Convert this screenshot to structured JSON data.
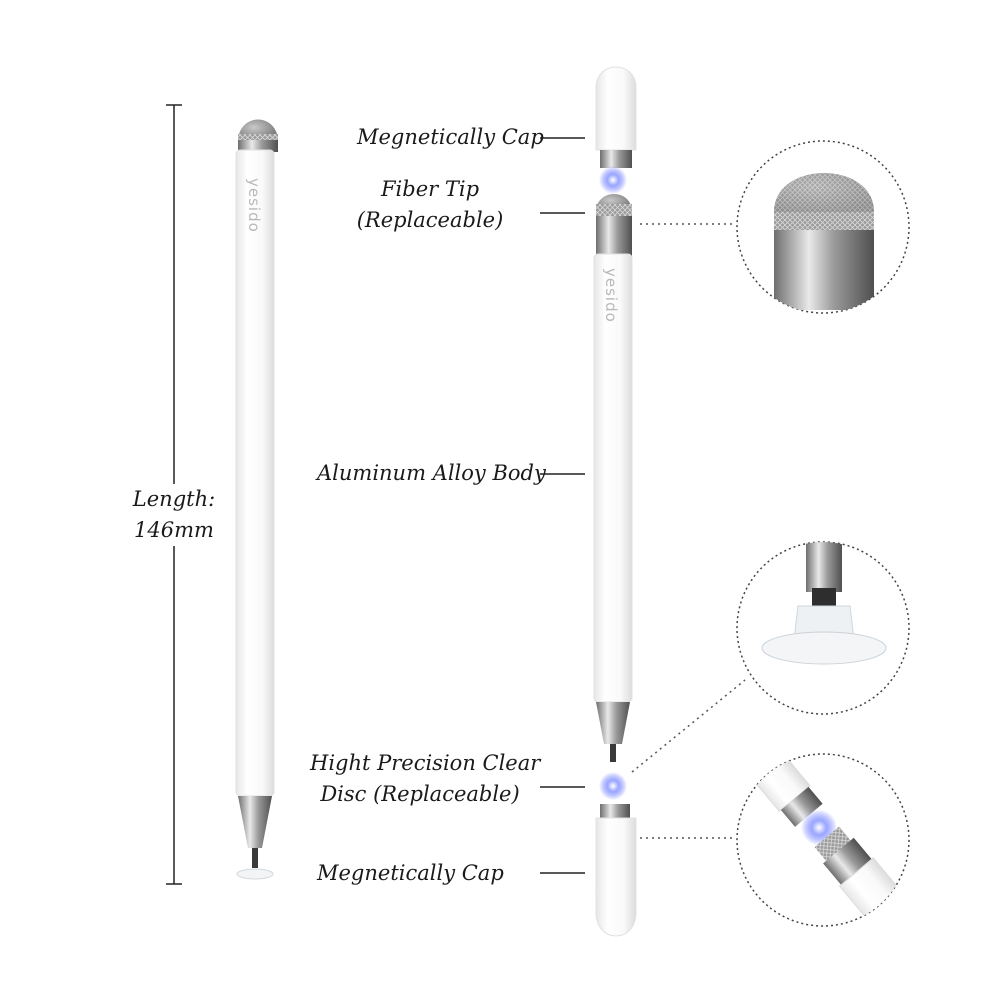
{
  "dimension": {
    "label_line1": "Length:",
    "label_line2": "146mm"
  },
  "brand": {
    "left_pen": "yesido",
    "right_pen": "yesido"
  },
  "callouts": {
    "cap_top": "Megnetically Cap",
    "fiber_tip_line1": "Fiber Tip",
    "fiber_tip_line2": "(Replaceable)",
    "body": "Aluminum Alloy Body",
    "disc_line1": "Hight Precision Clear",
    "disc_line2": "Disc (Replaceable)",
    "cap_bottom": "Megnetically Cap"
  },
  "colors": {
    "pen_white": "#f7f7f7",
    "chrome": "#a8a8a8",
    "mesh": "#8e8e8e",
    "magnet_glow": "#6f7cff",
    "dotted_line": "#555555"
  },
  "icons": {
    "zoom_fiber": "fiber-tip-closeup-icon",
    "zoom_disc": "clear-disc-closeup-icon",
    "zoom_magnet": "magnetic-cap-closeup-icon"
  }
}
